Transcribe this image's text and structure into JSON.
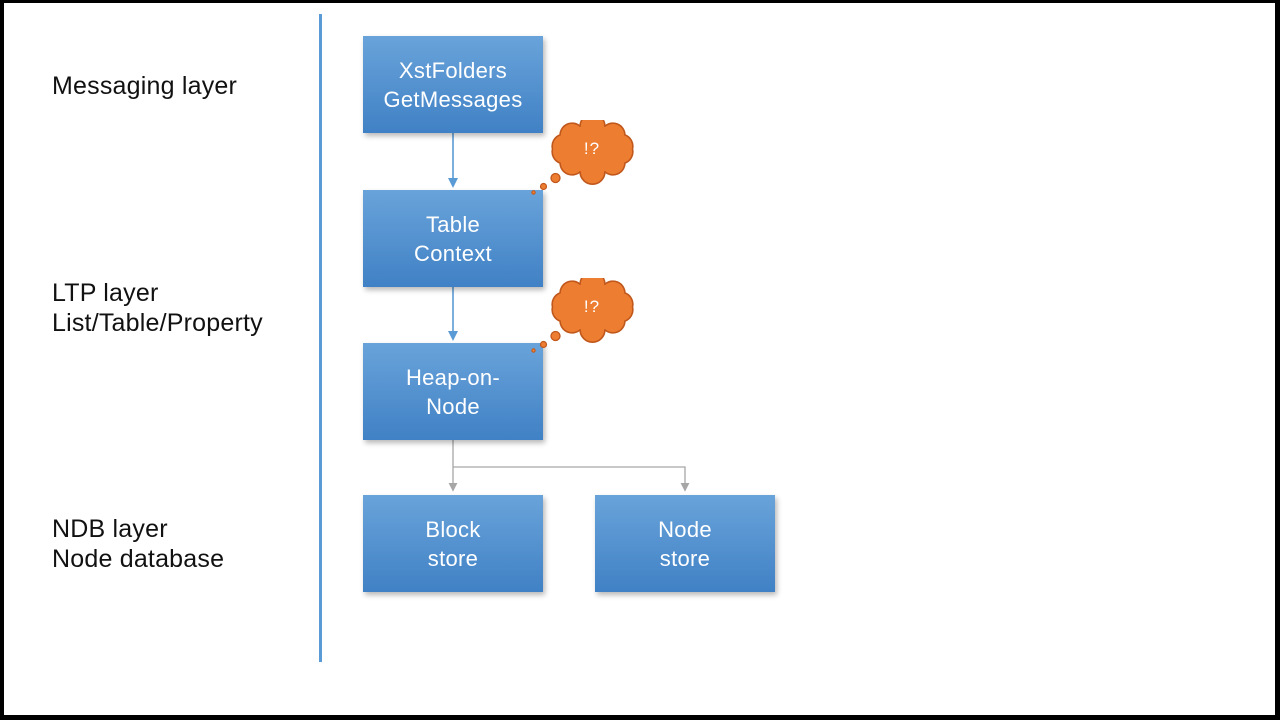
{
  "diagram": {
    "type": "layered-architecture",
    "layer_labels": [
      {
        "lines": [
          "Messaging layer"
        ]
      },
      {
        "lines": [
          "LTP layer",
          "List/Table/Property"
        ]
      },
      {
        "lines": [
          "NDB layer",
          "Node database"
        ]
      }
    ],
    "boxes": [
      {
        "id": "xstfolders-getmessages",
        "lines": [
          "XstFolders",
          "GetMessages"
        ]
      },
      {
        "id": "table-context",
        "lines": [
          "Table",
          "Context"
        ]
      },
      {
        "id": "heap-on-node",
        "lines": [
          "Heap-on-",
          "Node"
        ]
      },
      {
        "id": "block-store",
        "lines": [
          "Block",
          "store"
        ]
      },
      {
        "id": "node-store",
        "lines": [
          "Node",
          "store"
        ]
      }
    ],
    "thought_bubbles": [
      {
        "text": "!?"
      },
      {
        "text": "!?"
      }
    ],
    "colors": {
      "slide_bg": "#ffffff",
      "frame": "#000000",
      "box_gradient_top": "#69a3da",
      "box_gradient_bottom": "#4081c5",
      "box_text": "#ffffff",
      "divider_blue": "#5b9bd5",
      "connector_blue": "#5b9bd5",
      "connector_gray": "#a6a6a6",
      "bubble_fill": "#ed7d31",
      "bubble_stroke": "#c0571b",
      "label_text": "#111111"
    }
  }
}
